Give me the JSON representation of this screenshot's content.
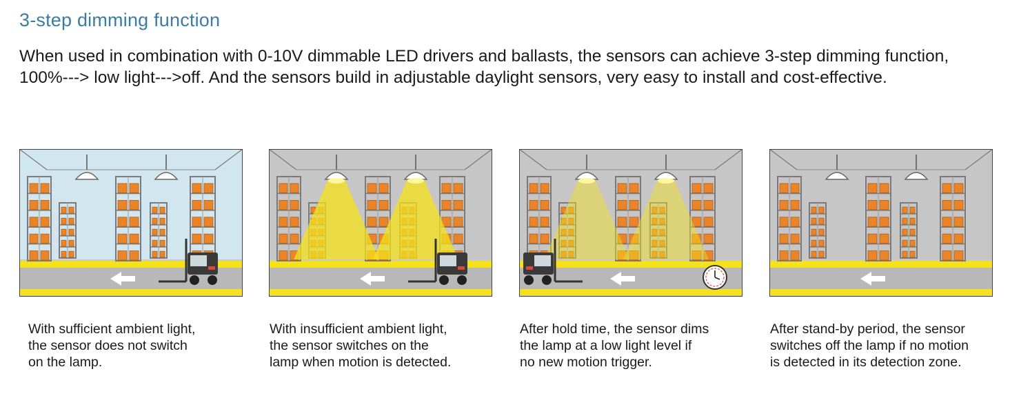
{
  "title": "3-step dimming function",
  "intro": "When used in combination with 0-10V dimmable LED drivers and ballasts, the sensors can achieve 3-step dimming function, 100%---> low light--->off. And the sensors build in adjustable daylight sensors, very easy to install and cost-effective.",
  "colors": {
    "title": "#3a7ca5",
    "yellow": "#f6e21a",
    "shelf": "#8a8a8a",
    "box": "#e8842a"
  },
  "steps": [
    {
      "caption": [
        "With sufficient ambient light,",
        "the sensor does not switch",
        "on the lamp."
      ],
      "background": "#d2e6ef",
      "lamp_state": "off",
      "forklift": "right",
      "clock": false
    },
    {
      "caption": [
        "With insufficient ambient light,",
        "the sensor switches on the",
        "lamp when motion is detected."
      ],
      "background": "#c6c6c6",
      "lamp_state": "on",
      "forklift": "right",
      "clock": false
    },
    {
      "caption": [
        "After hold time, the sensor dims",
        "the lamp at a low light level if",
        "no new motion trigger."
      ],
      "background": "#c6c6c6",
      "lamp_state": "dim",
      "forklift": "left",
      "clock": true
    },
    {
      "caption": [
        "After stand-by period, the sensor",
        "switches off the lamp if no motion",
        "is detected in its detection zone."
      ],
      "background": "#c6c6c6",
      "lamp_state": "off",
      "forklift": "none",
      "clock": false
    }
  ]
}
